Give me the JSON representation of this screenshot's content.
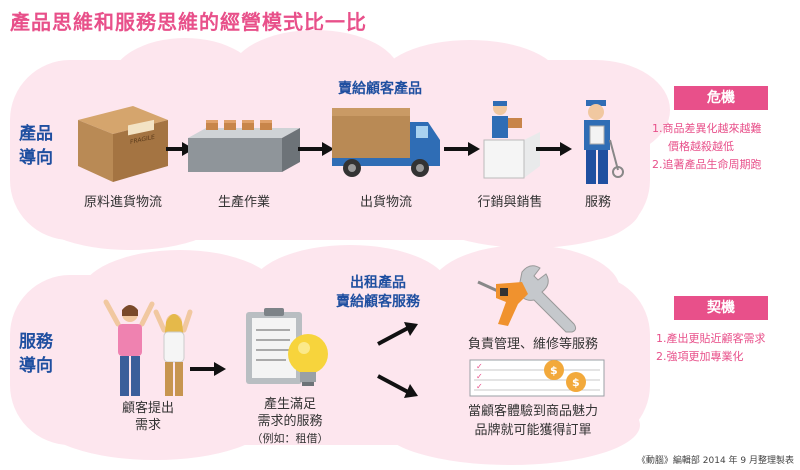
{
  "title": "產品思維和服務思維的經營模式比一比",
  "product": {
    "label_line1": "產品",
    "label_line2": "導向",
    "heading": "賣給顧客產品",
    "steps": [
      "原料進貨物流",
      "生產作業",
      "出貨物流",
      "行銷與銷售",
      "服務"
    ],
    "box_marking": "FRAGILE"
  },
  "service": {
    "label_line1": "服務",
    "label_line2": "導向",
    "heading_line1": "出租產品",
    "heading_line2": "賣給顧客服務",
    "customer_line1": "顧客提出",
    "customer_line2": "需求",
    "create_line1": "產生滿足",
    "create_line2": "需求的服務",
    "create_example": "（例如：租借）",
    "outcome1": "負責管理、維修等服務",
    "outcome2_line1": "當顧客體驗到商品魅力",
    "outcome2_line2": "品牌就可能獲得訂單",
    "coin_symbol": "$"
  },
  "crisis": {
    "badge": "危機",
    "notes": [
      "1.商品差異化越來越難",
      "價格越殺越低",
      "2.追著產品生命周期跑"
    ]
  },
  "opportunity": {
    "badge": "契機",
    "notes": [
      "1.產出更貼近顧客需求",
      "2.強項更加專業化"
    ]
  },
  "source": "《動腦》編輯部 2014 年 9 月整理製表",
  "colors": {
    "accent_pink": "#e8508a",
    "label_blue": "#1f4fa0",
    "cloud_pink": "#fde6ee",
    "truck_blue": "#2f6db5",
    "box_brown": "#b98a55"
  }
}
